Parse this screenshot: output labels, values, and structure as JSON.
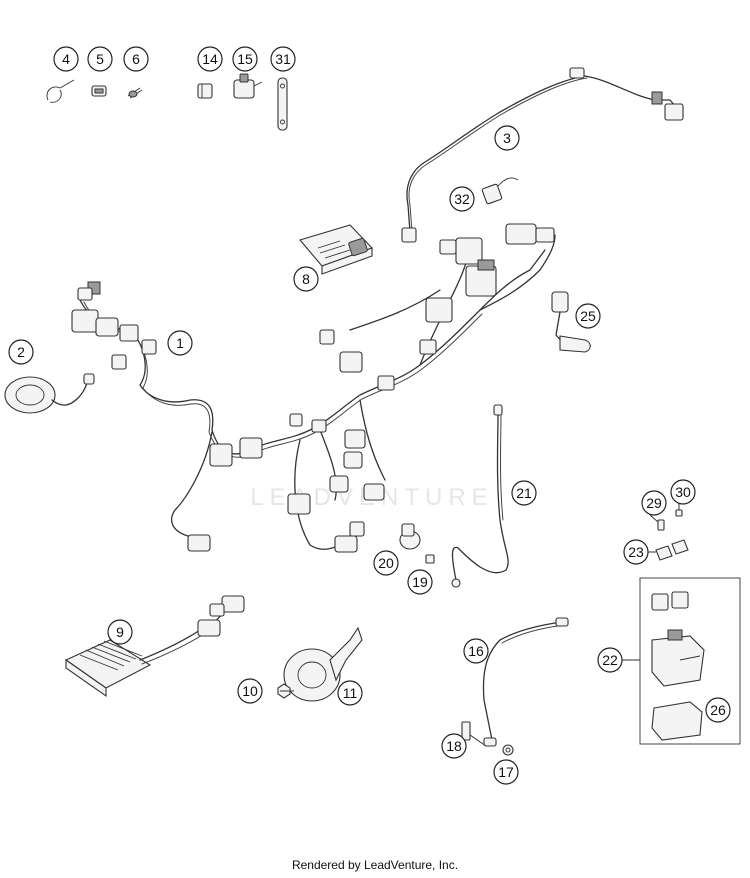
{
  "watermark": "LEADVENTURE",
  "footer": "Rendered by LeadVenture, Inc.",
  "callouts": [
    {
      "id": "4",
      "label": "4"
    },
    {
      "id": "5",
      "label": "5"
    },
    {
      "id": "6",
      "label": "6"
    },
    {
      "id": "14",
      "label": "14"
    },
    {
      "id": "15",
      "label": "15"
    },
    {
      "id": "31",
      "label": "31"
    },
    {
      "id": "3",
      "label": "3"
    },
    {
      "id": "32",
      "label": "32"
    },
    {
      "id": "8",
      "label": "8"
    },
    {
      "id": "1",
      "label": "1"
    },
    {
      "id": "2",
      "label": "2"
    },
    {
      "id": "25",
      "label": "25"
    },
    {
      "id": "21",
      "label": "21"
    },
    {
      "id": "29",
      "label": "29"
    },
    {
      "id": "30",
      "label": "30"
    },
    {
      "id": "23",
      "label": "23"
    },
    {
      "id": "20",
      "label": "20"
    },
    {
      "id": "19",
      "label": "19"
    },
    {
      "id": "9",
      "label": "9"
    },
    {
      "id": "22",
      "label": "22"
    },
    {
      "id": "16",
      "label": "16"
    },
    {
      "id": "10",
      "label": "10"
    },
    {
      "id": "11",
      "label": "11"
    },
    {
      "id": "26",
      "label": "26"
    },
    {
      "id": "18",
      "label": "18"
    },
    {
      "id": "17",
      "label": "17"
    }
  ]
}
